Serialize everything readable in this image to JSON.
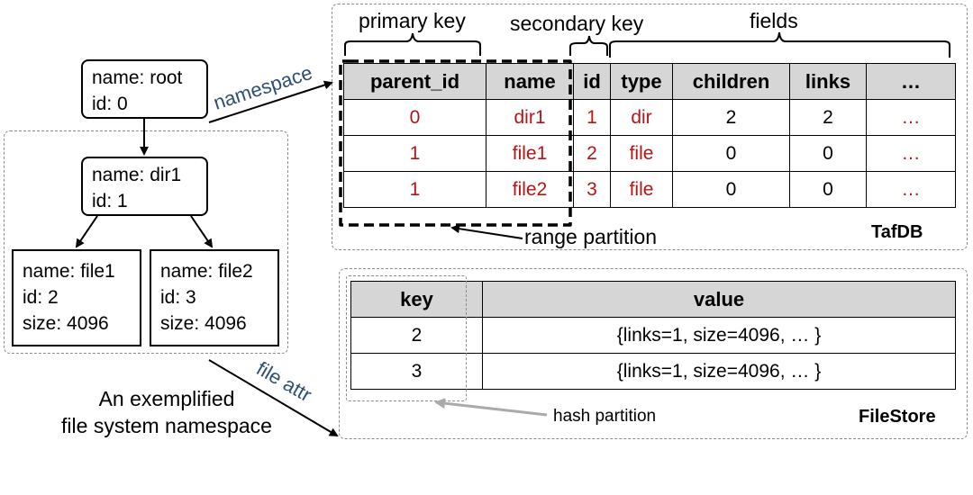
{
  "tree": {
    "root": {
      "name": "name: root",
      "id": "id: 0"
    },
    "dir1": {
      "name": "name: dir1",
      "id": "id: 1"
    },
    "file1": {
      "name": "name: file1",
      "id": "id: 2",
      "size": "size: 4096"
    },
    "file2": {
      "name": "name: file2",
      "id": "id: 3",
      "size": "size: 4096"
    },
    "caption_line1": "An exemplified",
    "caption_line2": "file system namespace"
  },
  "labels": {
    "namespace_arrow": "namespace",
    "file_attr_arrow": "file attr",
    "primary_key": "primary key",
    "secondary_key": "secondary key",
    "fields": "fields",
    "range_partition": "range partition",
    "hash_partition": "hash partition"
  },
  "tafdb": {
    "title": "TafDB",
    "headers": [
      "parent_id",
      "name",
      "id",
      "type",
      "children",
      "links",
      "…"
    ],
    "rows": [
      [
        "0",
        "dir1",
        "1",
        "dir",
        "2",
        "2",
        "…"
      ],
      [
        "1",
        "file1",
        "2",
        "file",
        "0",
        "0",
        "…"
      ],
      [
        "1",
        "file2",
        "3",
        "file",
        "0",
        "0",
        "…"
      ]
    ]
  },
  "filestore": {
    "title": "FileStore",
    "headers": [
      "key",
      "value"
    ],
    "rows": [
      [
        "2",
        "{links=1, size=4096, … }"
      ],
      [
        "3",
        "{links=1, size=4096, … }"
      ]
    ]
  },
  "colors": {
    "key_text": "#b81414",
    "header_fill": "#d6d6d6",
    "dashed_border": "#8a8a8a",
    "arrow_text": "#2c4f73",
    "hash_arrow": "#aaaaaa"
  }
}
